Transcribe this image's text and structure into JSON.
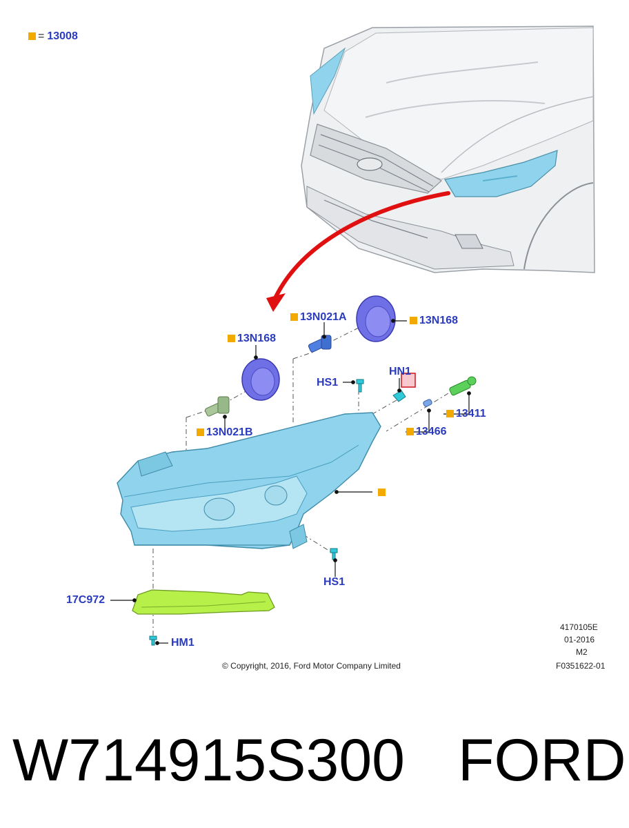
{
  "legend": {
    "equals": "=",
    "code": "13008"
  },
  "labels": {
    "n13n168_left": "13N168",
    "n13n021a": "13N021A",
    "n13n168_right": "13N168",
    "hs1_top": "HS1",
    "hn1": "HN1",
    "n13411": "13411",
    "n13466": "13466",
    "n13n021b": "13N021B",
    "hs1_bottom": "HS1",
    "n17c972": "17C972",
    "hm1": "HM1"
  },
  "meta": {
    "copyright": "© Copyright, 2016, Ford Motor Company Limited",
    "ref": "4170105E",
    "date": "01-2016",
    "rev": "M2",
    "fig": "F0351622-01"
  },
  "footer": {
    "part_number": "W714915S300",
    "brand": "FORD"
  },
  "colors": {
    "callout_text": "#2a3bbd",
    "marker": "#f2a900",
    "arrow": "#e01010",
    "lamp": "#8fd3ec",
    "bracket": "#b8f04a",
    "cap": "#6f6fe6"
  }
}
